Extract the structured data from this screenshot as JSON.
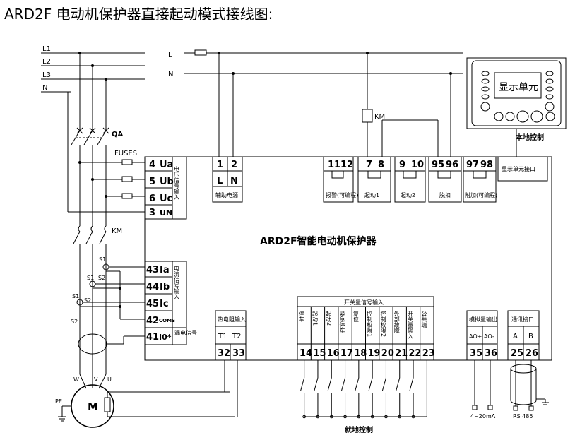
{
  "title": "ARD2F 电动机保护器直接起动模式接线图:",
  "device_name": "ARD2F智能电动机保护器",
  "display": {
    "label": "显示单元",
    "caption": "本地控制",
    "port_label": "显示单元接口"
  },
  "lines_left": [
    "L1",
    "L2",
    "L3",
    "N"
  ],
  "lines_top": [
    "L",
    "N"
  ],
  "labels": {
    "qa": "QA",
    "fuses": "FUSES",
    "km": "KM",
    "km_coil": "KM",
    "pe": "PE",
    "motor": "M",
    "s1": "S1",
    "s2": "S2",
    "w": "W",
    "v": "V",
    "u": "U",
    "local_control": "就地控制",
    "analog_range": "4~20mA",
    "rs485": "RS 485"
  },
  "voltage_terms": [
    {
      "num": "4",
      "sym": "Ua"
    },
    {
      "num": "5",
      "sym": "Ub"
    },
    {
      "num": "6",
      "sym": "Uc"
    },
    {
      "num": "3",
      "sym": "UN"
    }
  ],
  "voltage_caption": "电压信号输入",
  "current_terms": [
    {
      "num": "43",
      "sym": "Ia"
    },
    {
      "num": "44",
      "sym": "Ib"
    },
    {
      "num": "45",
      "sym": "Ic"
    },
    {
      "num": "42",
      "sym": "COMS"
    },
    {
      "num": "41",
      "sym": "I0*"
    }
  ],
  "current_caption": "电流信号输入",
  "leakage_caption": "漏电信号",
  "aux_power": {
    "nums": [
      "1",
      "2"
    ],
    "syms": [
      "L",
      "N"
    ],
    "caption": "辅助电源"
  },
  "relays": [
    {
      "nums": [
        "11",
        "12"
      ],
      "caption": "报警(可编程)"
    },
    {
      "nums": [
        "7",
        "8"
      ],
      "caption": "起动1"
    },
    {
      "nums": [
        "9",
        "10"
      ],
      "caption": "起动2"
    },
    {
      "nums": [
        "95",
        "96"
      ],
      "caption": "脱扣"
    },
    {
      "nums": [
        "97",
        "98"
      ],
      "caption": "附加(可编程)"
    }
  ],
  "thermistor": {
    "caption": "热电阻输入",
    "syms": [
      "T1",
      "T2"
    ],
    "nums": [
      "32",
      "33"
    ]
  },
  "switch_inputs": {
    "caption": "开关量信号输入",
    "items": [
      {
        "num": "14",
        "label": "停车"
      },
      {
        "num": "15",
        "label": "起动1"
      },
      {
        "num": "16",
        "label": "起动2"
      },
      {
        "num": "17",
        "label": "紧急停车"
      },
      {
        "num": "18",
        "label": "复位"
      },
      {
        "num": "19",
        "label": "控制权限1"
      },
      {
        "num": "20",
        "label": "控制权限2"
      },
      {
        "num": "21",
        "label": "外部故障"
      },
      {
        "num": "22",
        "label": "开关量输入"
      },
      {
        "num": "23",
        "label": "公共端"
      }
    ]
  },
  "analog_out": {
    "caption": "模拟量输出",
    "syms": [
      "AO+",
      "AO-"
    ],
    "nums": [
      "35",
      "36"
    ]
  },
  "comm": {
    "caption": "通讯接口",
    "syms": [
      "A",
      "B"
    ],
    "nums": [
      "25",
      "26"
    ]
  }
}
